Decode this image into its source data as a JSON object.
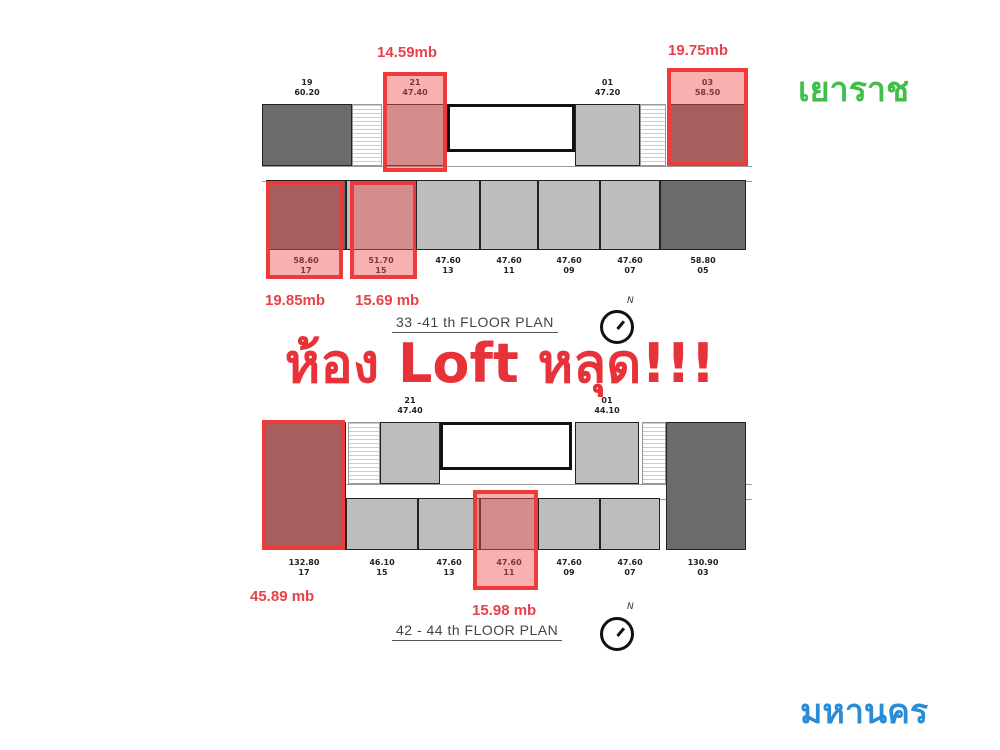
{
  "headline": "ห้อง Loft หลุด!!!",
  "districts": {
    "top": "เยาราช",
    "bottom": "มหานคร"
  },
  "colors": {
    "highlight": "#ee3a3a",
    "price": "#e8414a",
    "headline": "#e8323a",
    "district_top": "#3fbf4a",
    "district_bottom": "#2a8bd6"
  },
  "plan_upper": {
    "title": "33 -41 th FLOOR PLAN",
    "compass": "N",
    "units_top": [
      {
        "no": "19",
        "area": "60.20",
        "shade": "dark"
      },
      {
        "no": "21",
        "area": "47.40",
        "shade": "light",
        "price": "14.59mb"
      },
      {
        "no": "01",
        "area": "47.20",
        "shade": "light"
      },
      {
        "no": "03",
        "area": "58.50",
        "shade": "dark",
        "price": "19.75mb"
      }
    ],
    "units_bottom": [
      {
        "no": "17",
        "area": "58.60",
        "shade": "dark",
        "price": "19.85mb"
      },
      {
        "no": "15",
        "area": "51.70",
        "shade": "light",
        "price": "15.69 mb"
      },
      {
        "no": "13",
        "area": "47.60",
        "shade": "light"
      },
      {
        "no": "11",
        "area": "47.60",
        "shade": "light"
      },
      {
        "no": "09",
        "area": "47.60",
        "shade": "light"
      },
      {
        "no": "07",
        "area": "47.60",
        "shade": "light"
      },
      {
        "no": "05",
        "area": "58.80",
        "shade": "dark"
      }
    ]
  },
  "plan_lower": {
    "title": "42 - 44 th FLOOR PLAN",
    "compass": "N",
    "units_top": [
      {
        "no": "21",
        "area": "47.40",
        "shade": "light"
      },
      {
        "no": "01",
        "area": "44.10",
        "shade": "light"
      }
    ],
    "units_bottom": [
      {
        "no": "17",
        "area": "132.80",
        "shade": "dark",
        "price": "45.89 mb"
      },
      {
        "no": "15",
        "area": "46.10",
        "shade": "light"
      },
      {
        "no": "13",
        "area": "47.60",
        "shade": "light"
      },
      {
        "no": "11",
        "area": "47.60",
        "shade": "light",
        "price": "15.98 mb"
      },
      {
        "no": "09",
        "area": "47.60",
        "shade": "light"
      },
      {
        "no": "07",
        "area": "47.60",
        "shade": "light"
      },
      {
        "no": "03",
        "area": "130.90",
        "shade": "dark"
      }
    ]
  }
}
